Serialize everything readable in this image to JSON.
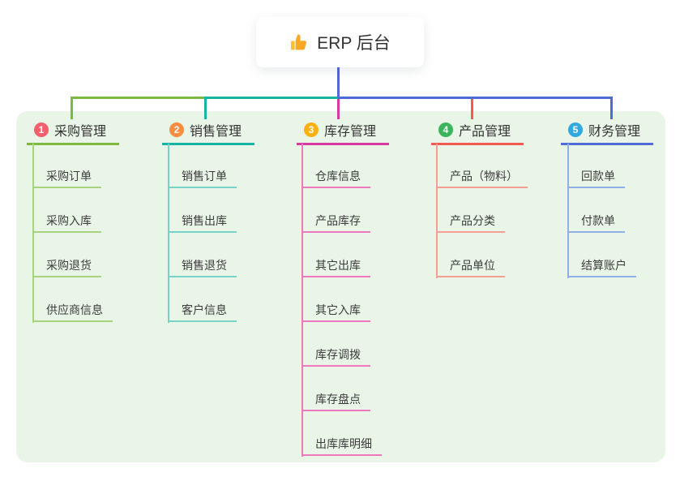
{
  "root": {
    "label": "ERP 后台",
    "icon": "thumbs-up-icon"
  },
  "branches": [
    {
      "id": "1",
      "label": "采购管理",
      "color": "#7cb93e",
      "light": "#a9d47f",
      "badge": "#f2606d",
      "children": [
        "采购订单",
        "采购入库",
        "采购退货",
        "供应商信息"
      ]
    },
    {
      "id": "2",
      "label": "销售管理",
      "color": "#17b3a3",
      "light": "#79d2c6",
      "badge": "#fb8c42",
      "children": [
        "销售订单",
        "销售出库",
        "销售退货",
        "客户信息"
      ]
    },
    {
      "id": "3",
      "label": "库存管理",
      "color": "#d6399f",
      "light": "#ee77bd",
      "badge": "#fbb011",
      "children": [
        "仓库信息",
        "产品库存",
        "其它出库",
        "其它入库",
        "库存调拨",
        "库存盘点",
        "出库库明细"
      ]
    },
    {
      "id": "4",
      "label": "产品管理",
      "color": "#f25b50",
      "light": "#f69d94",
      "badge": "#3bb55b",
      "children": [
        "产品（物料）",
        "产品分类",
        "产品单位"
      ]
    },
    {
      "id": "5",
      "label": "财务管理",
      "color": "#4f6bd5",
      "light": "#8fafe6",
      "badge": "#31a8e0",
      "children": [
        "回款单",
        "付款单",
        "结算账户"
      ]
    }
  ],
  "colors": {
    "panel": "#e9f6e7",
    "root_link": "#5468cf",
    "root_bg": "#ffffff",
    "title_text": "#333333",
    "child_text": "#3c3c3c",
    "thumb_yellow": "#fbc02d",
    "thumb_yellow_dark": "#f9a825"
  }
}
